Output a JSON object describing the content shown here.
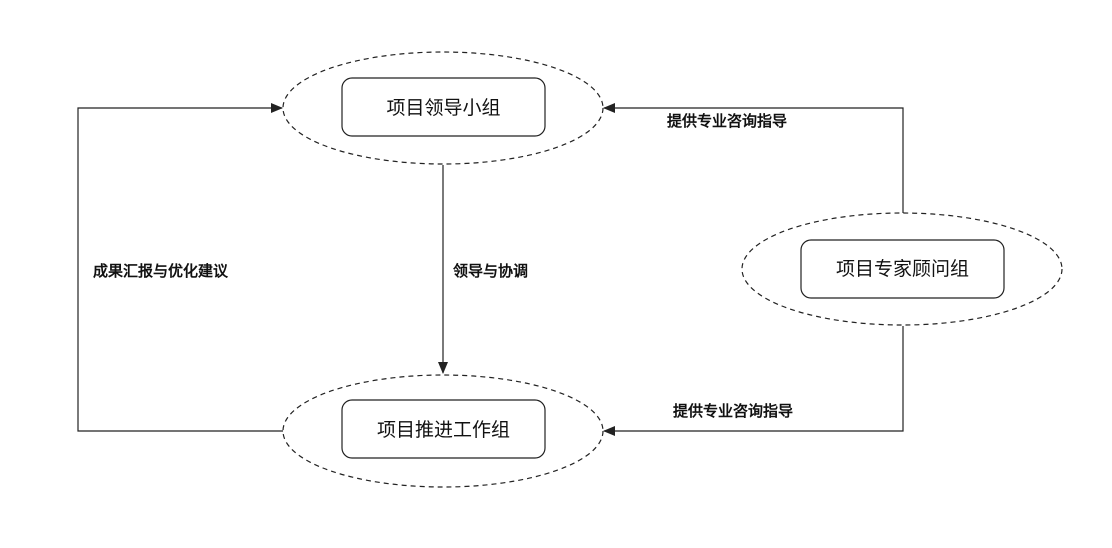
{
  "nodes": {
    "leadership": {
      "label": "项目领导小组"
    },
    "expert": {
      "label": "项目专家顾问组"
    },
    "working": {
      "label": "项目推进工作组"
    }
  },
  "edges": {
    "expert_to_leadership": {
      "label": "提供专业咨询指导"
    },
    "leadership_to_working": {
      "label": "领导与协调"
    },
    "expert_to_working": {
      "label": "提供专业咨询指导"
    },
    "working_to_leadership": {
      "label": "成果汇报与优化建议"
    }
  },
  "colors": {
    "stroke": "#222222",
    "text": "#111111",
    "background": "#ffffff"
  }
}
